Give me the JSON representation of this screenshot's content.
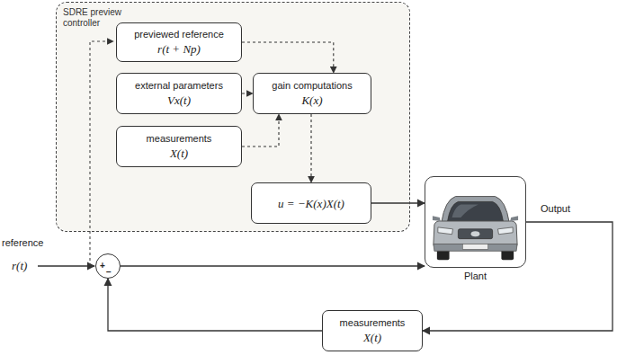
{
  "diagram": {
    "nodes": [
      {
        "text": [
          "SDRE preview controller"
        ]
      },
      {
        "text": [
          "previewed reference",
          "r(t + Np)"
        ],
        "in": 0
      },
      {
        "text": [
          "external parameters",
          "Vx(t)"
        ],
        "in": 0
      },
      {
        "text": [
          "measurements",
          "X(t)"
        ],
        "in": 0
      },
      {
        "text": [
          "gain computations",
          "K(x)"
        ],
        "in": 0
      },
      {
        "text": [
          "u = −K(x)X(t)"
        ],
        "in": 0
      },
      {
        "text": [
          "Plant"
        ]
      },
      {
        "text": [
          "measurements",
          "X(t)"
        ]
      },
      {
        "text": [
          "+",
          "−"
        ]
      }
    ],
    "edges": [
      {
        "from": 1,
        "to": 4,
        "arrow": "to"
      },
      {
        "from": 2,
        "to": 4,
        "arrow": "to"
      },
      {
        "from": 3,
        "to": 4,
        "arrow": "to"
      },
      {
        "from": 4,
        "to": 5,
        "arrow": "to"
      },
      {
        "from": 5,
        "to": 6,
        "arrow": "to"
      },
      {
        "from": 8,
        "to": 6,
        "arrow": "to"
      },
      {
        "from": 6,
        "to": 7,
        "arrow": "to"
      },
      {
        "from": 7,
        "to": 8,
        "arrow": "to"
      }
    ],
    "labels": [
      "reference",
      "r(t)",
      "Output"
    ]
  }
}
